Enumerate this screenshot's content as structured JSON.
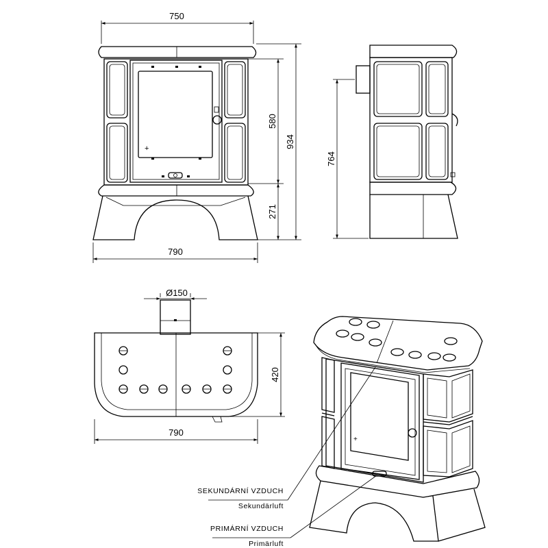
{
  "dimensions": {
    "top_width": "750",
    "height_door": "580",
    "height_total": "934",
    "height_base": "271",
    "bottom_width_front": "790",
    "side_height": "764",
    "flue_diameter": "Ø150",
    "depth": "420",
    "bottom_width_top_view": "790"
  },
  "labels": {
    "secondary_air_cz": "SEKUNDÁRNÍ VZDUCH",
    "secondary_air_de": "Sekundärluft",
    "primary_air_cz": "PRIMÁRNÍ VZDUCH",
    "primary_air_de": "Primärluft"
  },
  "colors": {
    "line": "#000000",
    "background": "#ffffff"
  }
}
